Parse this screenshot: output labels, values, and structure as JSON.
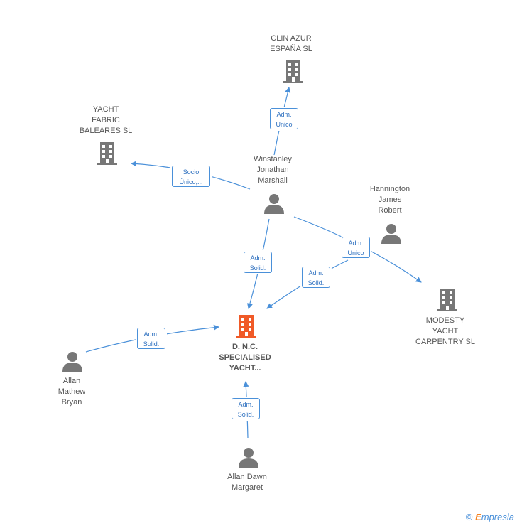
{
  "nodes": {
    "clin_azur": {
      "label": "CLIN AZUR\nESPAÑA SL",
      "kind": "company"
    },
    "yacht_fabric": {
      "label": "YACHT\nFABRIC\nBALEARES SL",
      "kind": "company"
    },
    "winstanley": {
      "label": "Winstanley\nJonathan\nMarshall",
      "kind": "person"
    },
    "hannington": {
      "label": "Hannington\nJames\nRobert",
      "kind": "person"
    },
    "modesty": {
      "label": "MODESTY\nYACHT\nCARPENTRY SL",
      "kind": "company"
    },
    "dnc": {
      "label": "D. N.C.\nSPECIALISED\nYACHT...",
      "kind": "company-main"
    },
    "allan_mathew": {
      "label": "Allan\nMathew\nBryan",
      "kind": "person"
    },
    "allan_dawn": {
      "label": "Allan Dawn\nMargaret",
      "kind": "person"
    }
  },
  "edges": {
    "to_clin_azur": "Adm.\nUnico",
    "to_yacht_fabric": "Socio\nÚnico,...",
    "winstanley_to_dnc": "Adm.\nSolid.",
    "winstanley_to_modesty": "Adm.\nUnico",
    "hannington_to_dnc": "Adm.\nSolid.",
    "allan_mathew_to_dnc": "Adm.\nSolid.",
    "allan_dawn_to_dnc": "Adm.\nSolid."
  },
  "colors": {
    "edge": "#4a90d9",
    "node_icon": "#777777",
    "main_icon": "#f05a28"
  },
  "footer": {
    "copyright": "©",
    "brand_first": "E",
    "brand_rest": "mpresia"
  }
}
